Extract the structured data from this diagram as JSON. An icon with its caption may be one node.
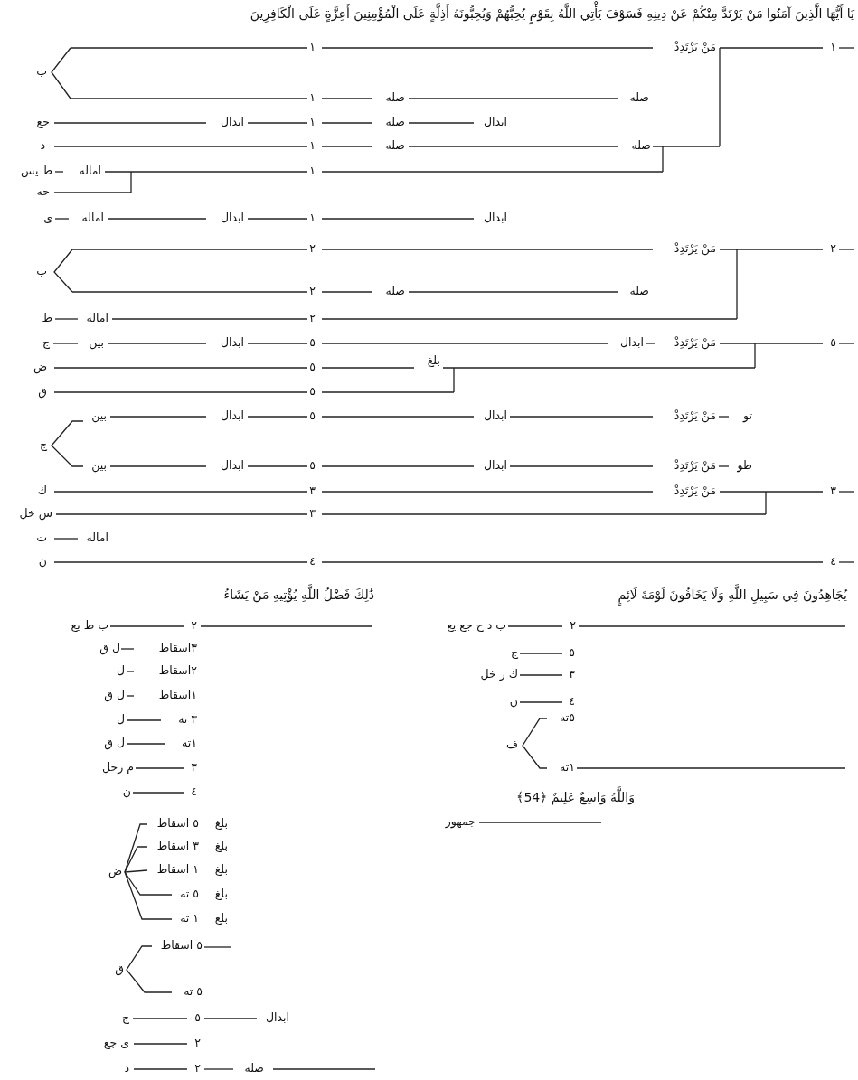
{
  "diagram": {
    "labels": [
      "يَا أَيُّهَا الَّذِينَ آمَنُوا مَنْ يَرْتَدَّ مِنْكُمْ عَنْ دِينِهِ فَسَوْفَ يَأْتِي اللَّهُ بِقَوْمٍ يُحِبُّهُمْ وَيُحِبُّونَهُ أَذِلَّةٍ عَلَى الْمُؤْمِنِينَ أَعِزَّةٍ عَلَى الْكَافِرِينَ",
      "١",
      "مَنْ يَرْتَدِدْ",
      "١",
      "ب",
      "صله",
      "صله",
      "١",
      "ابدال",
      "صله",
      "١",
      "ابدال",
      "جع",
      "صله",
      "صله",
      "١",
      "د",
      "١",
      "اماله",
      "ط يس",
      "حه",
      "ابدال",
      "١",
      "ابدال",
      "اماله",
      "ى",
      "٢",
      "مَنْ يَرْتَدِدْ",
      "٢",
      "ب",
      "صله",
      "صله",
      "٢",
      "٢",
      "اماله",
      "ط",
      "٥",
      "مَنْ يَرْتَدِدْ",
      "ابدال",
      "٥",
      "ابدال",
      "بين",
      "ج",
      "بلغ",
      "٥",
      "ض",
      "٥",
      "ق",
      "تو",
      "مَنْ يَرْتَدِدْ",
      "ابدال",
      "٥",
      "ابدال",
      "بين",
      "ج",
      "طو",
      "مَنْ يَرْتَدِدْ",
      "ابدال",
      "٥",
      "ابدال",
      "بين",
      "٣",
      "مَنْ يَرْتَدِدْ",
      "٣",
      "ك",
      "٣",
      "س خل",
      "اماله",
      "ت",
      "٤",
      "٤",
      "ن",
      "يُجَاهِدُونَ فِي سَبِيلِ اللَّهِ وَلَا يَخَافُونَ لَوْمَةَ لَائِمٍ",
      "ذَٰلِكَ فَضْلُ اللَّهِ يُؤْتِيهِ مَنْ يَشَاءُ",
      "٢",
      "ب د ح جع يع",
      "٢",
      "ب ط يع",
      "٣اسقاط",
      "ل ق",
      "٥",
      "ج",
      "٢اسقاط",
      "ل",
      "٣",
      "ك ر خل",
      "١اسقاط",
      "ل ق",
      "٤",
      "ن",
      "٥ته",
      "٣ ته",
      "ل",
      "ف",
      "١ته",
      "ل ق",
      "١ته",
      "٣",
      "م رخل",
      "٤",
      "ن",
      "وَاللَّهُ وَاسِعٌ عَلِيمٌ ﴿54﴾",
      "جمهور",
      "بلغ",
      "٥ اسقاط",
      "بلغ",
      "٣ اسقاط",
      "بلغ",
      "١ اسقاط",
      "ض",
      "بلغ",
      "٥ ته",
      "بلغ",
      "١ ته",
      "٥ اسقاط",
      "ق",
      "٥ ته",
      "ابدال",
      "٥",
      "ج",
      "٢",
      "ى جع",
      "صله",
      "٢",
      "د"
    ]
  }
}
